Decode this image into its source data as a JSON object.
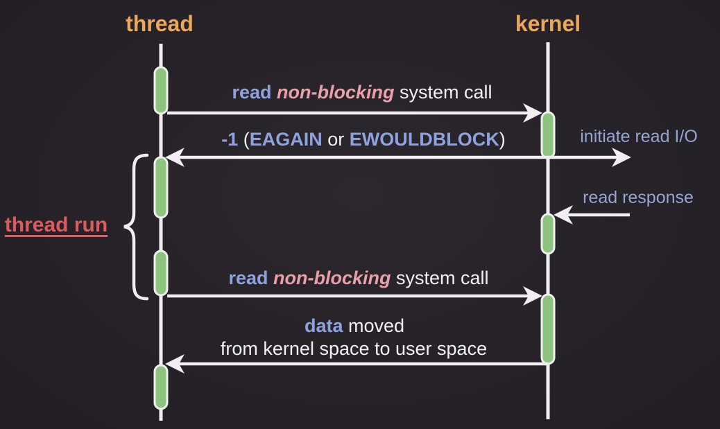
{
  "diagram": {
    "type": "sequence-diagram",
    "topic": "non-blocking read system call",
    "participants": {
      "left": "thread",
      "right": "kernel"
    },
    "messages": {
      "syscall1": {
        "read": "read",
        "nonblocking": " non-blocking",
        "rest": " system call"
      },
      "return1": {
        "neg": "-1",
        "open": " (",
        "eagain": "EAGAIN",
        "or": " or ",
        "ewouldblock": "EWOULDBLOCK",
        "close": ")"
      },
      "initiate": "initiate read I/O",
      "response": "read response",
      "syscall2": {
        "read": "read",
        "nonblocking": " non-blocking",
        "rest": " system call"
      },
      "data_moved": {
        "data": "data",
        "moved": " moved",
        "line2": "from kernel space to user space"
      }
    },
    "annotation": {
      "thread_run": "thread run"
    }
  },
  "colors": {
    "background": "#2b272d",
    "line_white": "#f1eef1",
    "text_white": "#f2eff2",
    "accent_orange": "#eca75e",
    "accent_blue": "#8ea3de",
    "accent_pink": "#e9a0aa",
    "accent_red": "#db5b5e",
    "side_label_blue": "#97a4d2",
    "activation_green": "#8ec57e"
  }
}
